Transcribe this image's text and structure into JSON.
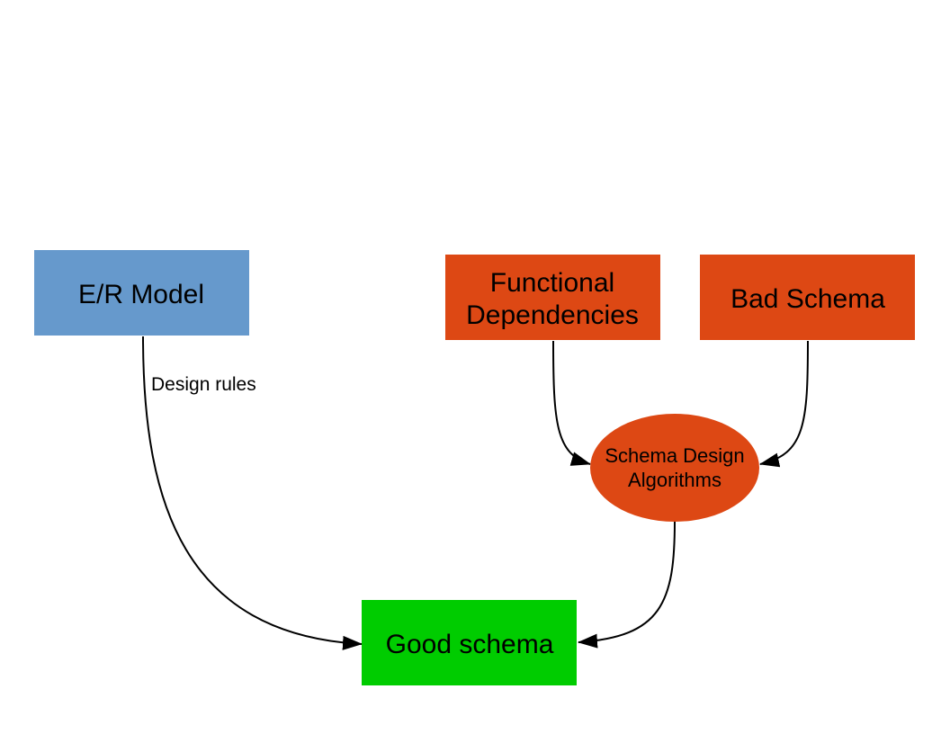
{
  "diagram": {
    "nodes": {
      "er_model": {
        "label": "E/R Model",
        "color": "#6699CC"
      },
      "functional_dependencies": {
        "label_line1": "Functional",
        "label_line2": "Dependencies",
        "color": "#DD4814"
      },
      "bad_schema": {
        "label": "Bad Schema",
        "color": "#DD4814"
      },
      "schema_design_algorithms": {
        "label_line1": "Schema Design",
        "label_line2": "Algorithms",
        "color": "#DD4814"
      },
      "good_schema": {
        "label": "Good schema",
        "color": "#00CC00"
      }
    },
    "edges": {
      "design_rules": {
        "label": "Design rules"
      }
    }
  }
}
